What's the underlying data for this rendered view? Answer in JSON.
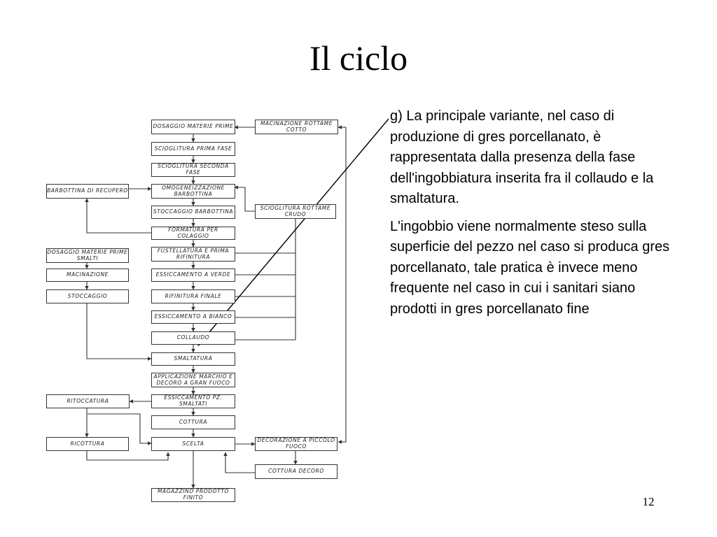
{
  "slide": {
    "title": "Il ciclo",
    "paragraphs": [
      "g) La principale variante, nel caso di produzione di gres porcellanato, è rappresentata dalla presenza della fase dell'ingobbiatura inserita fra il collaudo e la smaltatura.",
      "L'ingobbio viene normalmente steso sulla superficie del pezzo nel caso si produca gres porcellanato, tale pratica è invece meno frequente nel caso in cui i sanitari siano prodotti in gres porcellanato fine"
    ],
    "page_number": "12"
  },
  "diagram": {
    "nodes": [
      {
        "id": "dosaggio",
        "label": "DOSAGGIO MATERIE PRIME"
      },
      {
        "id": "scioglitura1",
        "label": "SCIOGLITURA PRIMA FASE"
      },
      {
        "id": "scioglitura2",
        "label": "SCIOGLITURA SECONDA FASE"
      },
      {
        "id": "omogeneizzazione",
        "label": "OMOGENEIZZAZIONE BARBOTTINA"
      },
      {
        "id": "stoccaggio-barbottina",
        "label": "STOCCAGGIO BARBOTTINA"
      },
      {
        "id": "formatura",
        "label": "FORMATURA PER COLAGGIO"
      },
      {
        "id": "fustellatura",
        "label": "FUSTELLATURA E PRIMA RIFINITURA"
      },
      {
        "id": "essiccamento-verde",
        "label": "ESSICCAMENTO A VERDE"
      },
      {
        "id": "rifinitura-finale",
        "label": "RIFINITURA FINALE"
      },
      {
        "id": "essiccamento-bianco",
        "label": "ESSICCAMENTO A BIANCO"
      },
      {
        "id": "collaudo",
        "label": "COLLAUDO"
      },
      {
        "id": "smaltatura",
        "label": "SMALTATURA"
      },
      {
        "id": "applicazione-marchio",
        "label": "APPLICAZIONE MARCHIO E DECORO A GRAN FUOCO"
      },
      {
        "id": "essiccamento-smaltati",
        "label": "ESSICCAMENTO PZ. SMALTATI"
      },
      {
        "id": "cottura",
        "label": "COTTURA"
      },
      {
        "id": "scelta",
        "label": "SCELTA"
      },
      {
        "id": "magazzino",
        "label": "MAGAZZINO PRODOTTO FINITO"
      },
      {
        "id": "macinazione-rottame",
        "label": "MACINAZIONE ROTTAME COTTO"
      },
      {
        "id": "scioglitura-rottame",
        "label": "SCIOGLITURA ROTTAME CRUDO"
      },
      {
        "id": "barbottina-recupero",
        "label": "BARBOTTINA DI RECUPERO"
      },
      {
        "id": "dosaggio-smalti",
        "label": "DOSAGGIO MATERIE PRIME SMALTI"
      },
      {
        "id": "macinazione",
        "label": "MACINAZIONE"
      },
      {
        "id": "stoccaggio",
        "label": "STOCCAGGIO"
      },
      {
        "id": "ritoccatura",
        "label": "RITOCCATURA"
      },
      {
        "id": "ricottura",
        "label": "RICOTTURA"
      },
      {
        "id": "decorazione",
        "label": "DECORAZIONE A PICCOLO FUOCO"
      },
      {
        "id": "cottura-decoro",
        "label": "COTTURA DECORO"
      }
    ]
  }
}
